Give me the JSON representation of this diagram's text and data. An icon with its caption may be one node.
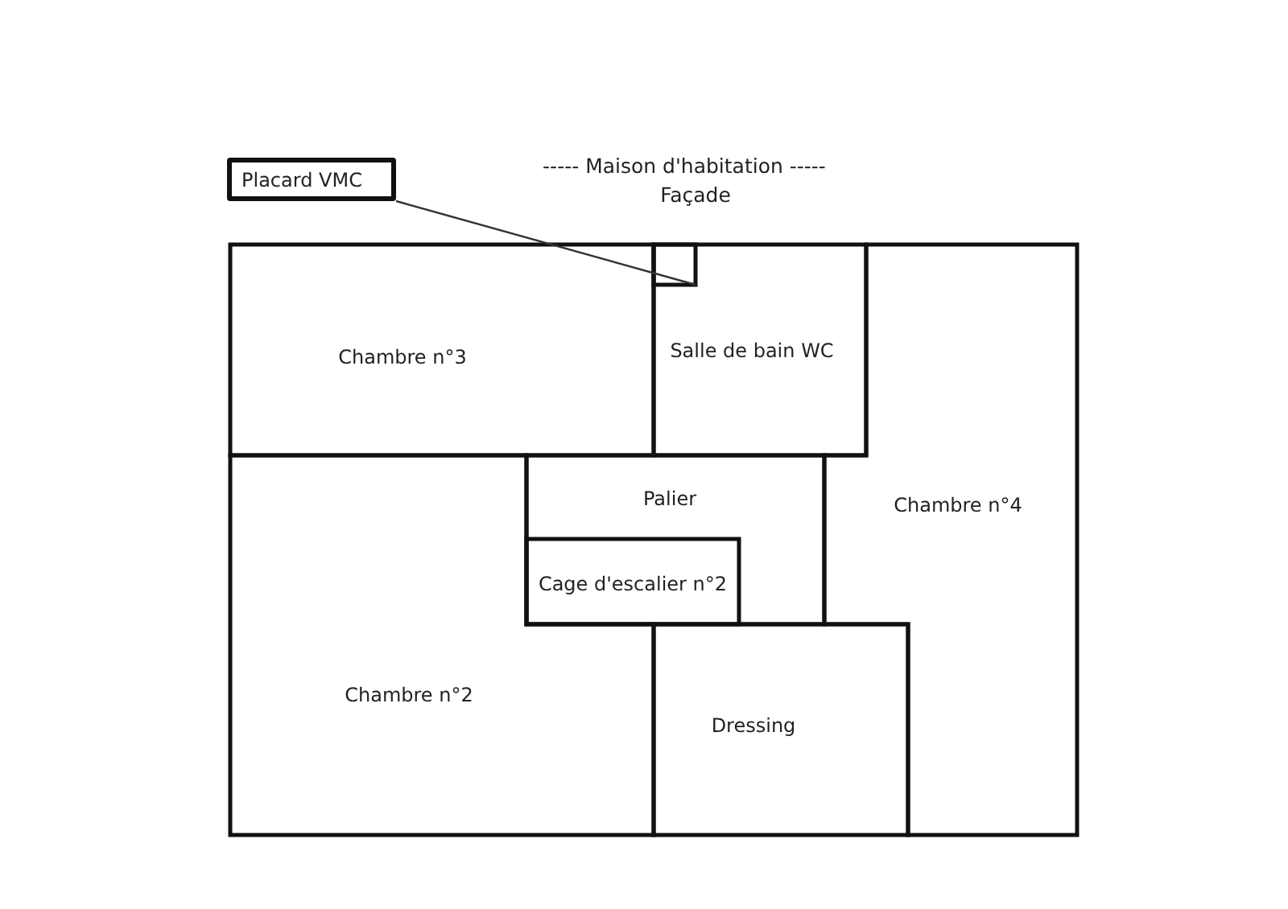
{
  "diagram": {
    "nodes": [
      {
        "text": [
          "Placard VMC"
        ]
      },
      {
        "text": [
          "Chambre n°3"
        ]
      },
      {
        "text": [
          "Salle de bain WC"
        ]
      },
      {
        "text": [],
        "shape": "box",
        "in": 2
      },
      {
        "text": [
          "Chambre n°4"
        ]
      },
      {
        "text": [
          "Palier"
        ]
      },
      {
        "text": [
          "Cage d'escalier n°2"
        ],
        "in": 5
      },
      {
        "text": [
          "Chambre n°2"
        ]
      },
      {
        "text": [
          "Dressing"
        ]
      }
    ],
    "edges": [
      {
        "from": 0,
        "to": 3,
        "arrow": "none"
      }
    ],
    "labels": [
      "----- Maison d'habitation -----",
      "Façade"
    ]
  }
}
